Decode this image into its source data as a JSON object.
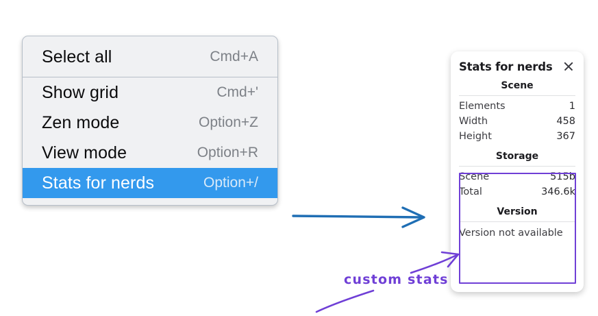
{
  "menu": {
    "name": "context-menu",
    "groups": [
      {
        "items": [
          {
            "label": "Select all",
            "accel": "Cmd+A",
            "selected": false
          }
        ]
      },
      {
        "items": [
          {
            "label": "Show grid",
            "accel": "Cmd+'",
            "selected": false
          },
          {
            "label": "Zen mode",
            "accel": "Option+Z",
            "selected": false
          },
          {
            "label": "View mode",
            "accel": "Option+R",
            "selected": false
          },
          {
            "label": "Stats for nerds",
            "accel": "Option+/",
            "selected": true
          }
        ]
      }
    ],
    "highlight_color": "#3399ed",
    "background_color": "#f0f1f3"
  },
  "stats_panel": {
    "title": "Stats for nerds",
    "close_icon": "close-icon",
    "sections": [
      {
        "heading": "Scene",
        "rows": [
          {
            "label": "Elements",
            "value": "1"
          },
          {
            "label": "Width",
            "value": "458"
          },
          {
            "label": "Height",
            "value": "367"
          }
        ]
      },
      {
        "heading": "Storage",
        "rows": [
          {
            "label": "Scene",
            "value": "515b"
          },
          {
            "label": "Total",
            "value": "346.6k"
          }
        ]
      },
      {
        "heading": "Version",
        "note": "Version not available",
        "rows": []
      }
    ]
  },
  "annotations": {
    "blue_arrow": {
      "name": "blue-arrow",
      "color": "#1f6eb4"
    },
    "purple_callout": {
      "text": "custom stats",
      "color": "#6f3fd6",
      "highlight_box": "storage-and-version-sections"
    }
  }
}
